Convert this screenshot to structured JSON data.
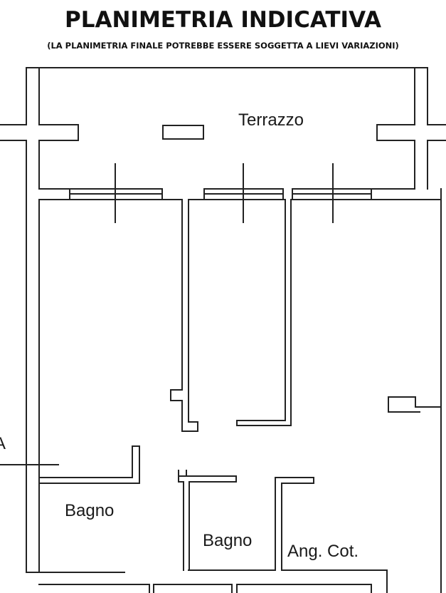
{
  "header": {
    "title": "PLANIMETRIA INDICATIVA",
    "subtitle": "(LA PLANIMETRIA FINALE POTREBBE ESSERE SOGGETTA A LIEVI VARIAZIONI)"
  },
  "rooms": {
    "terrace": "Terrazzo",
    "bath_1": "Bagno",
    "bath_2": "Bagno",
    "kitchenette": "Ang. Cot."
  },
  "edge_letter": "A",
  "colors": {
    "wall": "#222222",
    "background": "#ffffff"
  }
}
